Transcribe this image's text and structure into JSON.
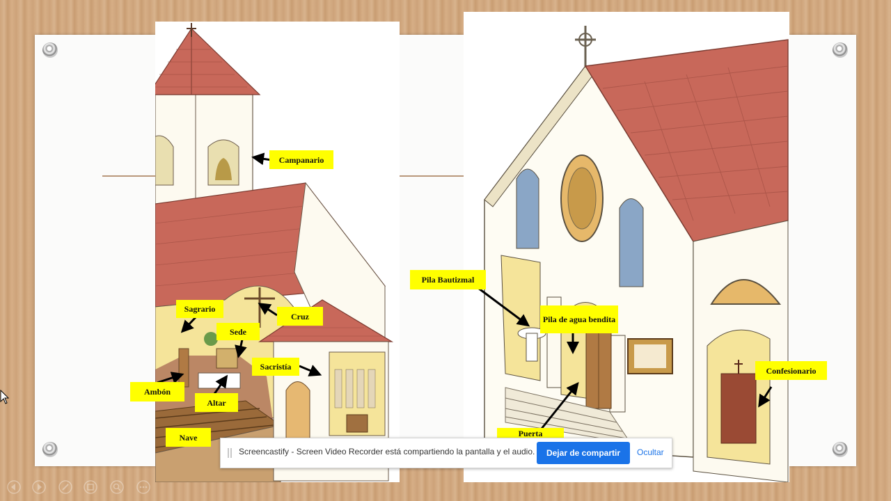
{
  "labels": {
    "campanario": "Campanario",
    "sagrario": "Sagrario",
    "cruz": "Cruz",
    "sede": "Sede",
    "sacristia": "Sacristía",
    "ambon": "Ambón",
    "altar": "Altar",
    "nave": "Nave",
    "pila_bautizmal": "Pila Bautizmal",
    "pila_agua_bendita": "Pila de agua bendita",
    "confesionario": "Confesionario",
    "puerta": "Puerta"
  },
  "share_bar": {
    "message": "Screencastify - Screen Video Recorder está compartiendo la pantalla y el audio.",
    "stop_label": "Dejar de compartir",
    "hide_label": "Ocultar"
  },
  "colors": {
    "label_bg": "#ffff00",
    "accent_button": "#1a73e8",
    "roof": "#c8685a",
    "wall": "#fdf6e0"
  },
  "icons": [
    "previous-slide-icon",
    "next-slide-icon",
    "pen-icon",
    "slide-grid-icon",
    "zoom-icon",
    "more-options-icon",
    "mouse-cursor-icon"
  ]
}
